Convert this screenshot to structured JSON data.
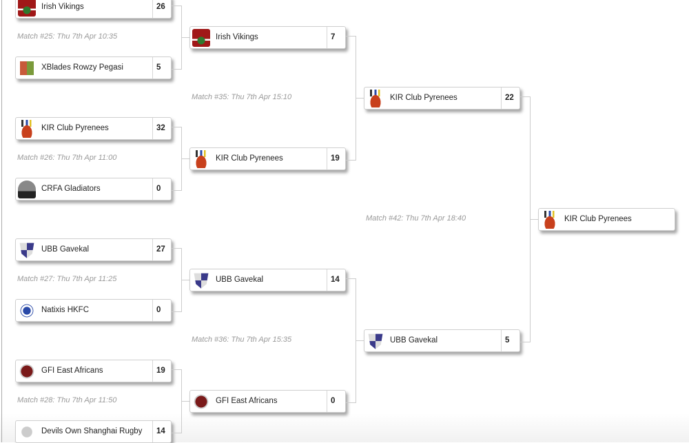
{
  "rounds": [
    {
      "matches": [
        {
          "label": "Match #25: Thu 7th Apr 10:35",
          "teams": [
            {
              "name": "Irish Vikings",
              "score": "26",
              "logo": "vikings"
            },
            {
              "name": "XBlades Rowzy Pegasi",
              "score": "5",
              "logo": "pegasi"
            }
          ]
        },
        {
          "label": "Match #26: Thu 7th Apr 11:00",
          "teams": [
            {
              "name": "KIR Club Pyrenees",
              "score": "32",
              "logo": "kir"
            },
            {
              "name": "CRFA Gladiators",
              "score": "0",
              "logo": "gladiators"
            }
          ]
        },
        {
          "label": "Match #27: Thu 7th Apr 11:25",
          "teams": [
            {
              "name": "UBB Gavekal",
              "score": "27",
              "logo": "ubb"
            },
            {
              "name": "Natixis HKFC",
              "score": "0",
              "logo": "natixis"
            }
          ]
        },
        {
          "label": "Match #28: Thu 7th Apr 11:50",
          "teams": [
            {
              "name": "GFI East Africans",
              "score": "19",
              "logo": "gfi"
            },
            {
              "name": "Devils Own Shanghai Rugby",
              "score": "14",
              "logo": "devils"
            }
          ]
        }
      ]
    },
    {
      "matches": [
        {
          "label": "Match #35: Thu 7th Apr 15:10",
          "teams": [
            {
              "name": "Irish Vikings",
              "score": "7",
              "logo": "vikings"
            },
            {
              "name": "KIR Club Pyrenees",
              "score": "19",
              "logo": "kir"
            }
          ]
        },
        {
          "label": "Match #36: Thu 7th Apr 15:35",
          "teams": [
            {
              "name": "UBB Gavekal",
              "score": "14",
              "logo": "ubb"
            },
            {
              "name": "GFI East Africans",
              "score": "0",
              "logo": "gfi"
            }
          ]
        }
      ]
    },
    {
      "matches": [
        {
          "label": "Match #42: Thu 7th Apr 18:40",
          "teams": [
            {
              "name": "KIR Club Pyrenees",
              "score": "22",
              "logo": "kir"
            },
            {
              "name": "UBB Gavekal",
              "score": "5",
              "logo": "ubb"
            }
          ]
        }
      ]
    },
    {
      "winner": {
        "name": "KIR Club Pyrenees",
        "logo": "kir"
      }
    }
  ]
}
